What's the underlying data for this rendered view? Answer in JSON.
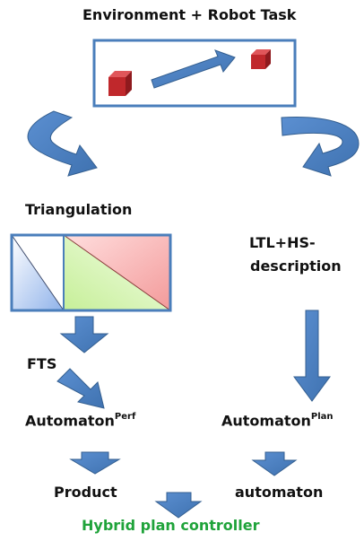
{
  "title": "Environment + Robot Task",
  "labels": {
    "triangulation": "Triangulation",
    "ltl_line1": "LTL+HS-",
    "ltl_line2": "description",
    "fts": "FTS",
    "automaton": "Automaton",
    "perf_sup": "Perf",
    "plan_sup": "Plan",
    "product": "Product",
    "automaton_lower": "automaton",
    "final": "Hybrid plan controller"
  },
  "colors": {
    "arrow_fill": "#4a7ebb",
    "arrow_stroke": "#345f90",
    "frame": "#4a7ebb",
    "cube": "#c0282c",
    "final_text": "#1fa33a",
    "tri_blue": "#a9c6f2",
    "tri_green": "#d6f3b6",
    "tri_red": "#f7b3b3"
  }
}
